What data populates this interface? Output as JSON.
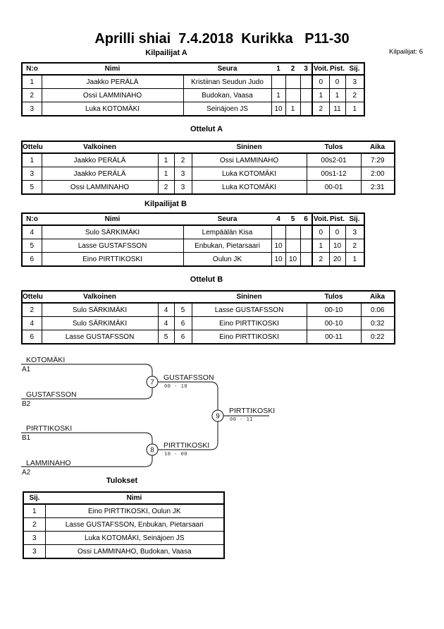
{
  "page": {
    "title": "Aprilli shiai  7.4.2018  Kurikka   P11-30",
    "competitors_count": "Kilpailijat: 6"
  },
  "pool_a": {
    "heading": "Kilpailijat A",
    "headers": {
      "no": "N:o",
      "name": "Nimi",
      "club": "Seura",
      "m1": "1",
      "m2": "2",
      "m3": "3",
      "wins": "Voit.",
      "points": "Pist.",
      "place": "Sij."
    },
    "rows": [
      {
        "no": "1",
        "name": "Jaakko PERÄLÄ",
        "club": "Kristiinan Seudun Judo",
        "m1": "",
        "m2": "",
        "m3": "",
        "wins": "0",
        "points": "0",
        "place": "3"
      },
      {
        "no": "2",
        "name": "Ossi LAMMINAHO",
        "club": "Budokan, Vaasa",
        "m1": "1",
        "m2": "",
        "m3": "",
        "wins": "1",
        "points": "1",
        "place": "2"
      },
      {
        "no": "3",
        "name": "Luka KOTOMÄKI",
        "club": "Seinäjoen JS",
        "m1": "10",
        "m2": "1",
        "m3": "",
        "wins": "2",
        "points": "11",
        "place": "1"
      }
    ]
  },
  "matches_a": {
    "heading": "Ottelut A",
    "headers": {
      "match": "Ottelu",
      "white": "Valkoinen",
      "blue": "Sininen",
      "result": "Tulos",
      "time": "Aika"
    },
    "rows": [
      {
        "match": "1",
        "white": "Jaakko PERÄLÄ",
        "wno": "1",
        "bno": "2",
        "blue": "Ossi LAMMINAHO",
        "result": "00s2-01",
        "time": "7:29"
      },
      {
        "match": "3",
        "white": "Jaakko PERÄLÄ",
        "wno": "1",
        "bno": "3",
        "blue": "Luka KOTOMÄKI",
        "result": "00s1-12",
        "time": "2:00"
      },
      {
        "match": "5",
        "white": "Ossi LAMMINAHO",
        "wno": "2",
        "bno": "3",
        "blue": "Luka KOTOMÄKI",
        "result": "00-01",
        "time": "2:31"
      }
    ]
  },
  "pool_b": {
    "heading": "Kilpailijat B",
    "headers": {
      "no": "N:o",
      "name": "Nimi",
      "club": "Seura",
      "m1": "4",
      "m2": "5",
      "m3": "6",
      "wins": "Voit.",
      "points": "Pist.",
      "place": "Sij."
    },
    "rows": [
      {
        "no": "4",
        "name": "Sulo SÄRKIMÄKI",
        "club": "Lempäälän Kisa",
        "m1": "",
        "m2": "",
        "m3": "",
        "wins": "0",
        "points": "0",
        "place": "3"
      },
      {
        "no": "5",
        "name": "Lasse GUSTAFSSON",
        "club": "Enbukan, Pietarsaari",
        "m1": "10",
        "m2": "",
        "m3": "",
        "wins": "1",
        "points": "10",
        "place": "2"
      },
      {
        "no": "6",
        "name": "Eino PIRTTIKOSKI",
        "club": "Oulun JK",
        "m1": "10",
        "m2": "10",
        "m3": "",
        "wins": "2",
        "points": "20",
        "place": "1"
      }
    ]
  },
  "matches_b": {
    "heading": "Ottelut B",
    "headers": {
      "match": "Ottelu",
      "white": "Valkoinen",
      "blue": "Sininen",
      "result": "Tulos",
      "time": "Aika"
    },
    "rows": [
      {
        "match": "2",
        "white": "Sulo SÄRKIMÄKI",
        "wno": "4",
        "bno": "5",
        "blue": "Lasse GUSTAFSSON",
        "result": "00-10",
        "time": "0:06"
      },
      {
        "match": "4",
        "white": "Sulo SÄRKIMÄKI",
        "wno": "4",
        "bno": "6",
        "blue": "Eino PIRTTIKOSKI",
        "result": "00-10",
        "time": "0:32"
      },
      {
        "match": "6",
        "white": "Lasse GUSTAFSSON",
        "wno": "5",
        "bno": "6",
        "blue": "Eino PIRTTIKOSKI",
        "result": "00-11",
        "time": "0:22"
      }
    ]
  },
  "bracket": {
    "slots": [
      {
        "name": "KOTOMÄKI",
        "seed": "A1"
      },
      {
        "name": "GUSTAFSSON",
        "seed": "B2"
      },
      {
        "name": "PIRTTIKOSKI",
        "seed": "B1"
      },
      {
        "name": "LAMMINAHO",
        "seed": "A2"
      }
    ],
    "matches": [
      {
        "number": "7",
        "winner": "GUSTAFSSON",
        "score": "00 - 10"
      },
      {
        "number": "8",
        "winner": "PIRTTIKOSKI",
        "score": "10 - 00"
      },
      {
        "number": "9",
        "winner": "PIRTTIKOSKI",
        "score": "00 - 11"
      }
    ]
  },
  "results": {
    "heading": "Tulokset",
    "headers": {
      "place": "Sij.",
      "name": "Nimi"
    },
    "rows": [
      {
        "place": "1",
        "name": "Eino PIRTTIKOSKI, Oulun JK"
      },
      {
        "place": "2",
        "name": "Lasse GUSTAFSSON, Enbukan, Pietarsaari"
      },
      {
        "place": "3",
        "name": "Luka KOTOMÄKI, Seinäjoen JS"
      },
      {
        "place": "3",
        "name": "Ossi LAMMINAHO, Budokan, Vaasa"
      }
    ]
  }
}
